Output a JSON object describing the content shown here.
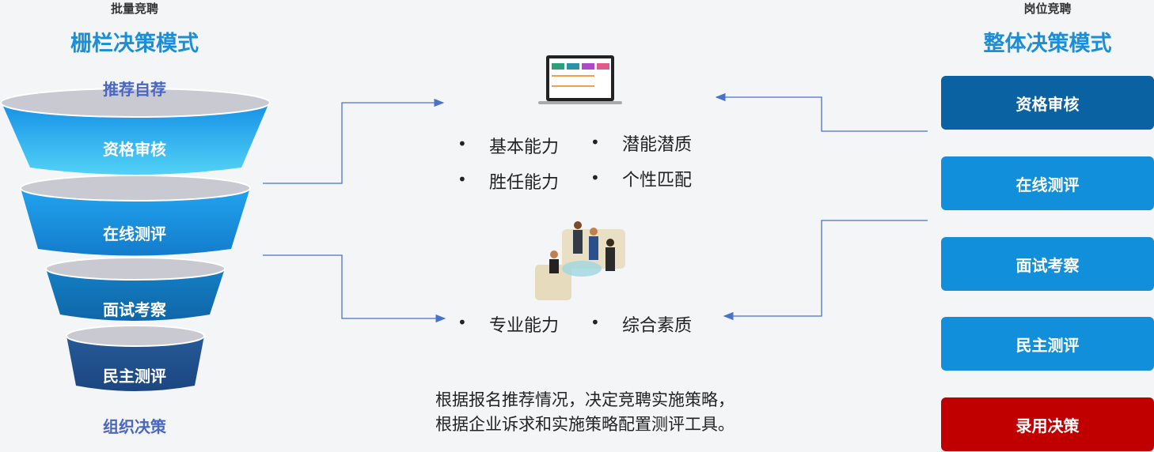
{
  "left": {
    "subtitle": "批量竞聘",
    "title": "栅栏决策模式",
    "top_label": "推荐自荐",
    "stages": [
      "资格审核",
      "在线测评",
      "面试考察",
      "民主测评"
    ],
    "bottom_label": "组织决策"
  },
  "right": {
    "subtitle": "岗位竞聘",
    "title": "整体决策模式",
    "steps": [
      {
        "label": "资格审核",
        "color": "#0a62a3"
      },
      {
        "label": "在线测评",
        "color": "#118fda"
      },
      {
        "label": "面试考察",
        "color": "#118fda"
      },
      {
        "label": "民主测评",
        "color": "#118fda"
      },
      {
        "label": "录用决策",
        "color": "#c00000"
      }
    ]
  },
  "center": {
    "online_items": [
      "基本能力",
      "潜能潜质",
      "胜任能力",
      "个性匹配"
    ],
    "interview_items": [
      "专业能力",
      "综合素质"
    ],
    "note_lines": [
      "根据报名推荐情况，决定竞聘实施策略，",
      "根据企业诉求和实施策略配置测评工具。"
    ],
    "icons": [
      "laptop-icon",
      "meeting-people-icon"
    ]
  },
  "arrow_color": "#4a72c8"
}
